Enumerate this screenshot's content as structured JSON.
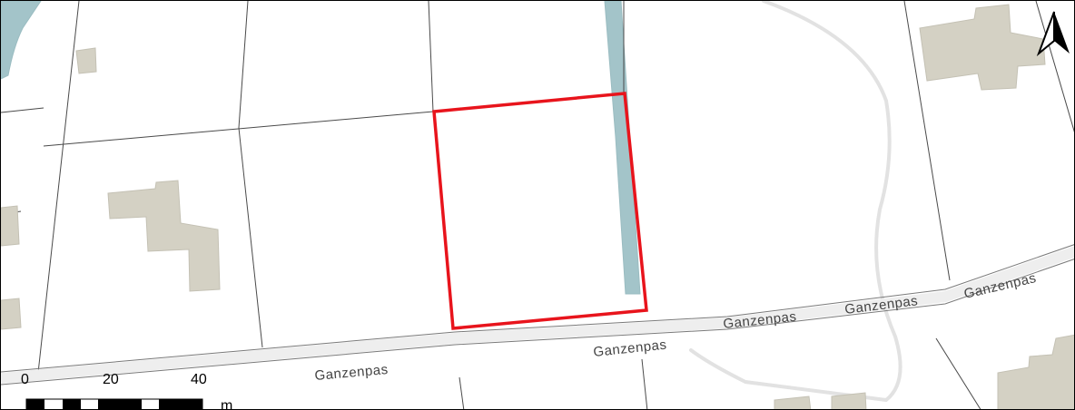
{
  "map": {
    "street_name": "Ganzenpas",
    "selection_color": "#e8141c",
    "water_color": "#a3c4c9",
    "building_color": "#d4d1c4"
  },
  "scale_bar": {
    "ticks": [
      "0",
      "20",
      "40"
    ],
    "unit": "m"
  },
  "north_arrow": {
    "icon": "north-arrow-icon"
  }
}
